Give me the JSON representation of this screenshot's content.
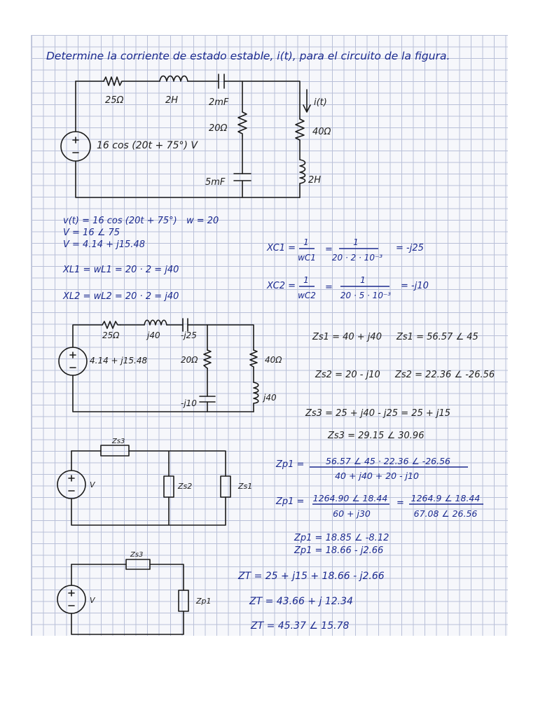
{
  "title": "Determine la corriente de estado estable, i(t), para el circuito de la figura.",
  "circuit1": {
    "r1": "25Ω",
    "l1": "2H",
    "c1": "2mF",
    "r2": "20Ω",
    "c2": "5mF",
    "r3": "40Ω",
    "l2": "2H",
    "current": "i(t)",
    "source": "16 cos (20t + 75°) V"
  },
  "calc": {
    "v_t": "v(t) = 16 cos (20t + 75°)",
    "w": "w = 20",
    "v_polar": "V = 16 ∠ 75",
    "v_rect": "V = 4.14 + j15.48",
    "xl1": "XL1 = wL1 = 20 · 2 = j40",
    "xl2": "XL2 = wL2 = 20 · 2 = j40",
    "xc1_lhs": "XC1 =",
    "xc1_f1_num": "1",
    "xc1_f1_den": "wC1",
    "xc1_f2_num": "1",
    "xc1_f2_den": "20 · 2 · 10⁻³",
    "xc1_res": "= -j25",
    "xc2_lhs": "XC2 =",
    "xc2_f1_num": "1",
    "xc2_f1_den": "wC2",
    "xc2_f2_num": "1",
    "xc2_f2_den": "20 · 5 · 10⁻³",
    "xc2_res": "= -j10"
  },
  "circuit2": {
    "r1": "25Ω",
    "l1": "j40",
    "c1": "-j25",
    "r2": "20Ω",
    "c2": "-j10",
    "r3": "40Ω",
    "l2": "j40",
    "source": "4.14 + j15.48"
  },
  "impedances": {
    "zs1_rect": "Zs1 = 40 + j40",
    "zs1_polar": "Zs1 = 56.57 ∠ 45",
    "zs2_rect": "Zs2 = 20 - j10",
    "zs2_polar": "Zs2 = 22.36 ∠ -26.56",
    "zs3_rect": "Zs3 = 25 + j40 - j25 = 25 + j15",
    "zs3_polar": "Zs3 = 29.15 ∠ 30.96",
    "zp1_lhs": "Zp1 =",
    "zp1_num": "56.57 ∠ 45 · 22.36 ∠ -26.56",
    "zp1_den": "40 + j40 + 20 - j10",
    "zp1b_lhs": "Zp1 =",
    "zp1b_num": "1264.90 ∠ 18.44",
    "zp1b_den": "60 + j30",
    "zp1b_eq": "=",
    "zp1b_num2": "1264.9 ∠ 18.44",
    "zp1b_den2": "67.08 ∠ 26.56",
    "zp1_polar": "Zp1 = 18.85 ∠ -8.12",
    "zp1_rect": "Zp1 = 18.66 - j2.66"
  },
  "circuit3": {
    "zs3": "Zs3",
    "zs2": "Zs2",
    "zs1": "Zs1",
    "v": "V"
  },
  "circuit4": {
    "zs3": "Zs3",
    "zp1": "Zp1",
    "v": "V"
  },
  "total": {
    "zt1": "ZT = 25 + j15 + 18.66 - j2.66",
    "zt2": "ZT = 43.66 + j 12.34",
    "zt3": "ZT = 45.37 ∠ 15.78"
  }
}
